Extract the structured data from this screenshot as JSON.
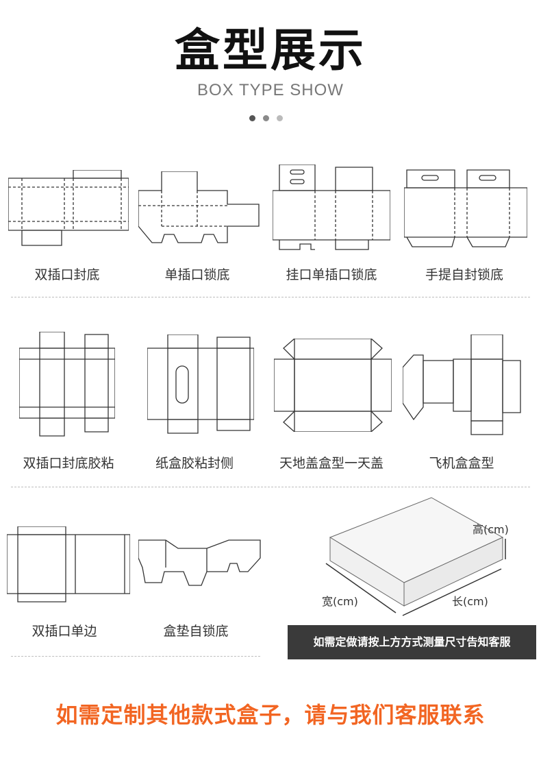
{
  "header": {
    "title": "盒型展示",
    "subtitle": "BOX TYPE SHOW",
    "dots": [
      "#555555",
      "#8a8a8a",
      "#bbbbbb"
    ]
  },
  "boxes": [
    {
      "label": "双插口封底",
      "icon": "double-tuck-box-icon"
    },
    {
      "label": "单插口锁底",
      "icon": "single-tuck-lock-bottom-icon"
    },
    {
      "label": "挂口单插口锁底",
      "icon": "hanger-tuck-lock-bottom-icon"
    },
    {
      "label": "手提自封锁底",
      "icon": "handle-self-lock-bottom-icon"
    },
    {
      "label": "双插口封底胶粘",
      "icon": "double-tuck-glued-icon"
    },
    {
      "label": "纸盒胶粘封侧",
      "icon": "glued-side-box-icon"
    },
    {
      "label": "天地盖盒型一天盖",
      "icon": "lid-base-box-icon"
    },
    {
      "label": "飞机盒盒型",
      "icon": "mailer-box-icon"
    },
    {
      "label": "双插口单边",
      "icon": "double-tuck-single-side-icon"
    },
    {
      "label": "盒垫自锁底",
      "icon": "insert-self-lock-icon"
    }
  ],
  "measure": {
    "height": "高(cm)",
    "width": "宽(cm)",
    "length": "长(cm)",
    "note": "如需定做请按上方方式测量尺寸告知客服"
  },
  "cta": "如需定制其他款式盒子，请与我们客服联系",
  "colors": {
    "accent": "#f26522",
    "banner": "#3a3a3a"
  }
}
